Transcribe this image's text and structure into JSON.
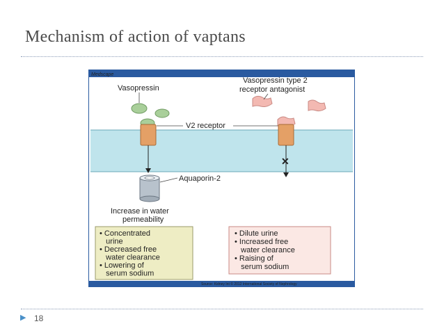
{
  "slide": {
    "title": "Mechanism of action of vaptans",
    "page_number": "18",
    "bullet_marker": "▶"
  },
  "figure": {
    "brand": "Medscape",
    "source": "Source: Kidney Int © 2012 International Society of Nephrology",
    "labels": {
      "vasopressin": "Vasopressin",
      "antagonist_line1": "Vasopressin type 2",
      "antagonist_line2": "receptor antagonist",
      "v2_receptor": "V2 receptor",
      "aquaporin": "Aquaporin-2",
      "permeability_line1": "Increase in water",
      "permeability_line2": "permeability"
    },
    "block_symbol": "✕",
    "left_box": {
      "lines": [
        "• Concentrated",
        "   urine",
        "• Decreased free",
        "   water clearance",
        "• Lowering of",
        "   serum sodium"
      ]
    },
    "right_box": {
      "lines": [
        "• Dilute urine",
        "• Increased free",
        "   water clearance",
        "• Raising of",
        "   serum sodium"
      ]
    },
    "colors": {
      "frame_blue": "#2a5aa0",
      "membrane": "#bfe4ec",
      "vasopressin_green": "#a9cf9a",
      "receptor_orange": "#e4a066",
      "antagonist_pink": "#f3b9b2",
      "aquaporin_grey": "#b8c2cc",
      "left_box_bg": "#eeedc4",
      "right_box_bg": "#fbe8e4",
      "block_red": "#e0282a"
    }
  }
}
